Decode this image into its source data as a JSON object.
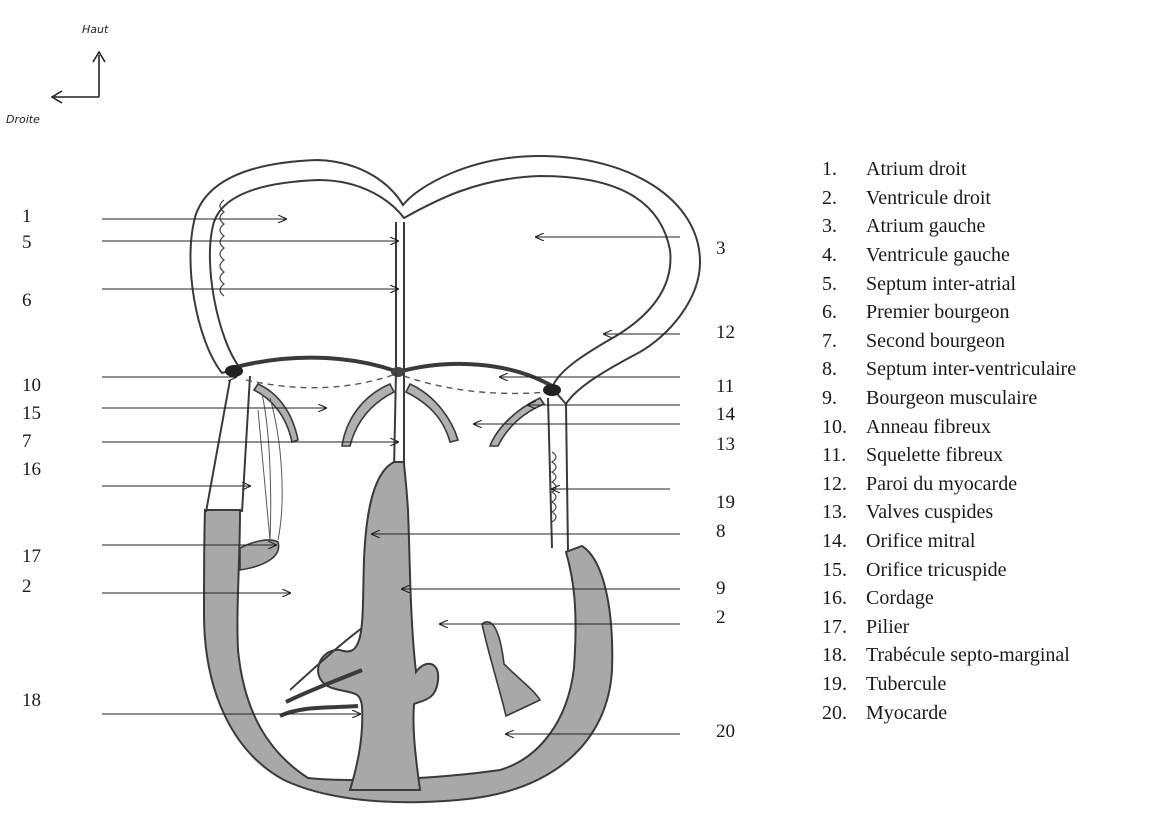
{
  "orientation": {
    "up": "Haut",
    "side": "Droite"
  },
  "diagram_labels": {
    "left": [
      "1",
      "5",
      "6",
      "10",
      "15",
      "7",
      "16",
      "17",
      "2",
      "18"
    ],
    "right": [
      "3",
      "12",
      "11",
      "14",
      "13",
      "19",
      "8",
      "9",
      "2",
      "20"
    ]
  },
  "legend": [
    {
      "num": "1.",
      "text": "Atrium droit"
    },
    {
      "num": "2.",
      "text": "Ventricule droit"
    },
    {
      "num": "3.",
      "text": "Atrium gauche"
    },
    {
      "num": "4.",
      "text": "Ventricule gauche"
    },
    {
      "num": "5.",
      "text": "Septum inter-atrial"
    },
    {
      "num": "6.",
      "text": "Premier bourgeon"
    },
    {
      "num": "7.",
      "text": "Second bourgeon"
    },
    {
      "num": "8.",
      "text": "Septum inter-ventriculaire"
    },
    {
      "num": "9.",
      "text": "Bourgeon musculaire"
    },
    {
      "num": "10.",
      "text": "Anneau fibreux"
    },
    {
      "num": "11.",
      "text": "Squelette fibreux"
    },
    {
      "num": "12.",
      "text": "Paroi du myocarde"
    },
    {
      "num": "13.",
      "text": "Valves cuspides"
    },
    {
      "num": "14.",
      "text": "Orifice mitral"
    },
    {
      "num": "15.",
      "text": "Orifice tricuspide"
    },
    {
      "num": "16.",
      "text": "Cordage"
    },
    {
      "num": "17.",
      "text": "Pilier"
    },
    {
      "num": "18.",
      "text": "Trabécule septo-marginal"
    },
    {
      "num": "19.",
      "text": "Tubercule"
    },
    {
      "num": "20.",
      "text": "Myocarde"
    }
  ],
  "colors": {
    "muscle": "#a8a8a8",
    "outline": "#3a3a3a",
    "background": "#ffffff"
  }
}
